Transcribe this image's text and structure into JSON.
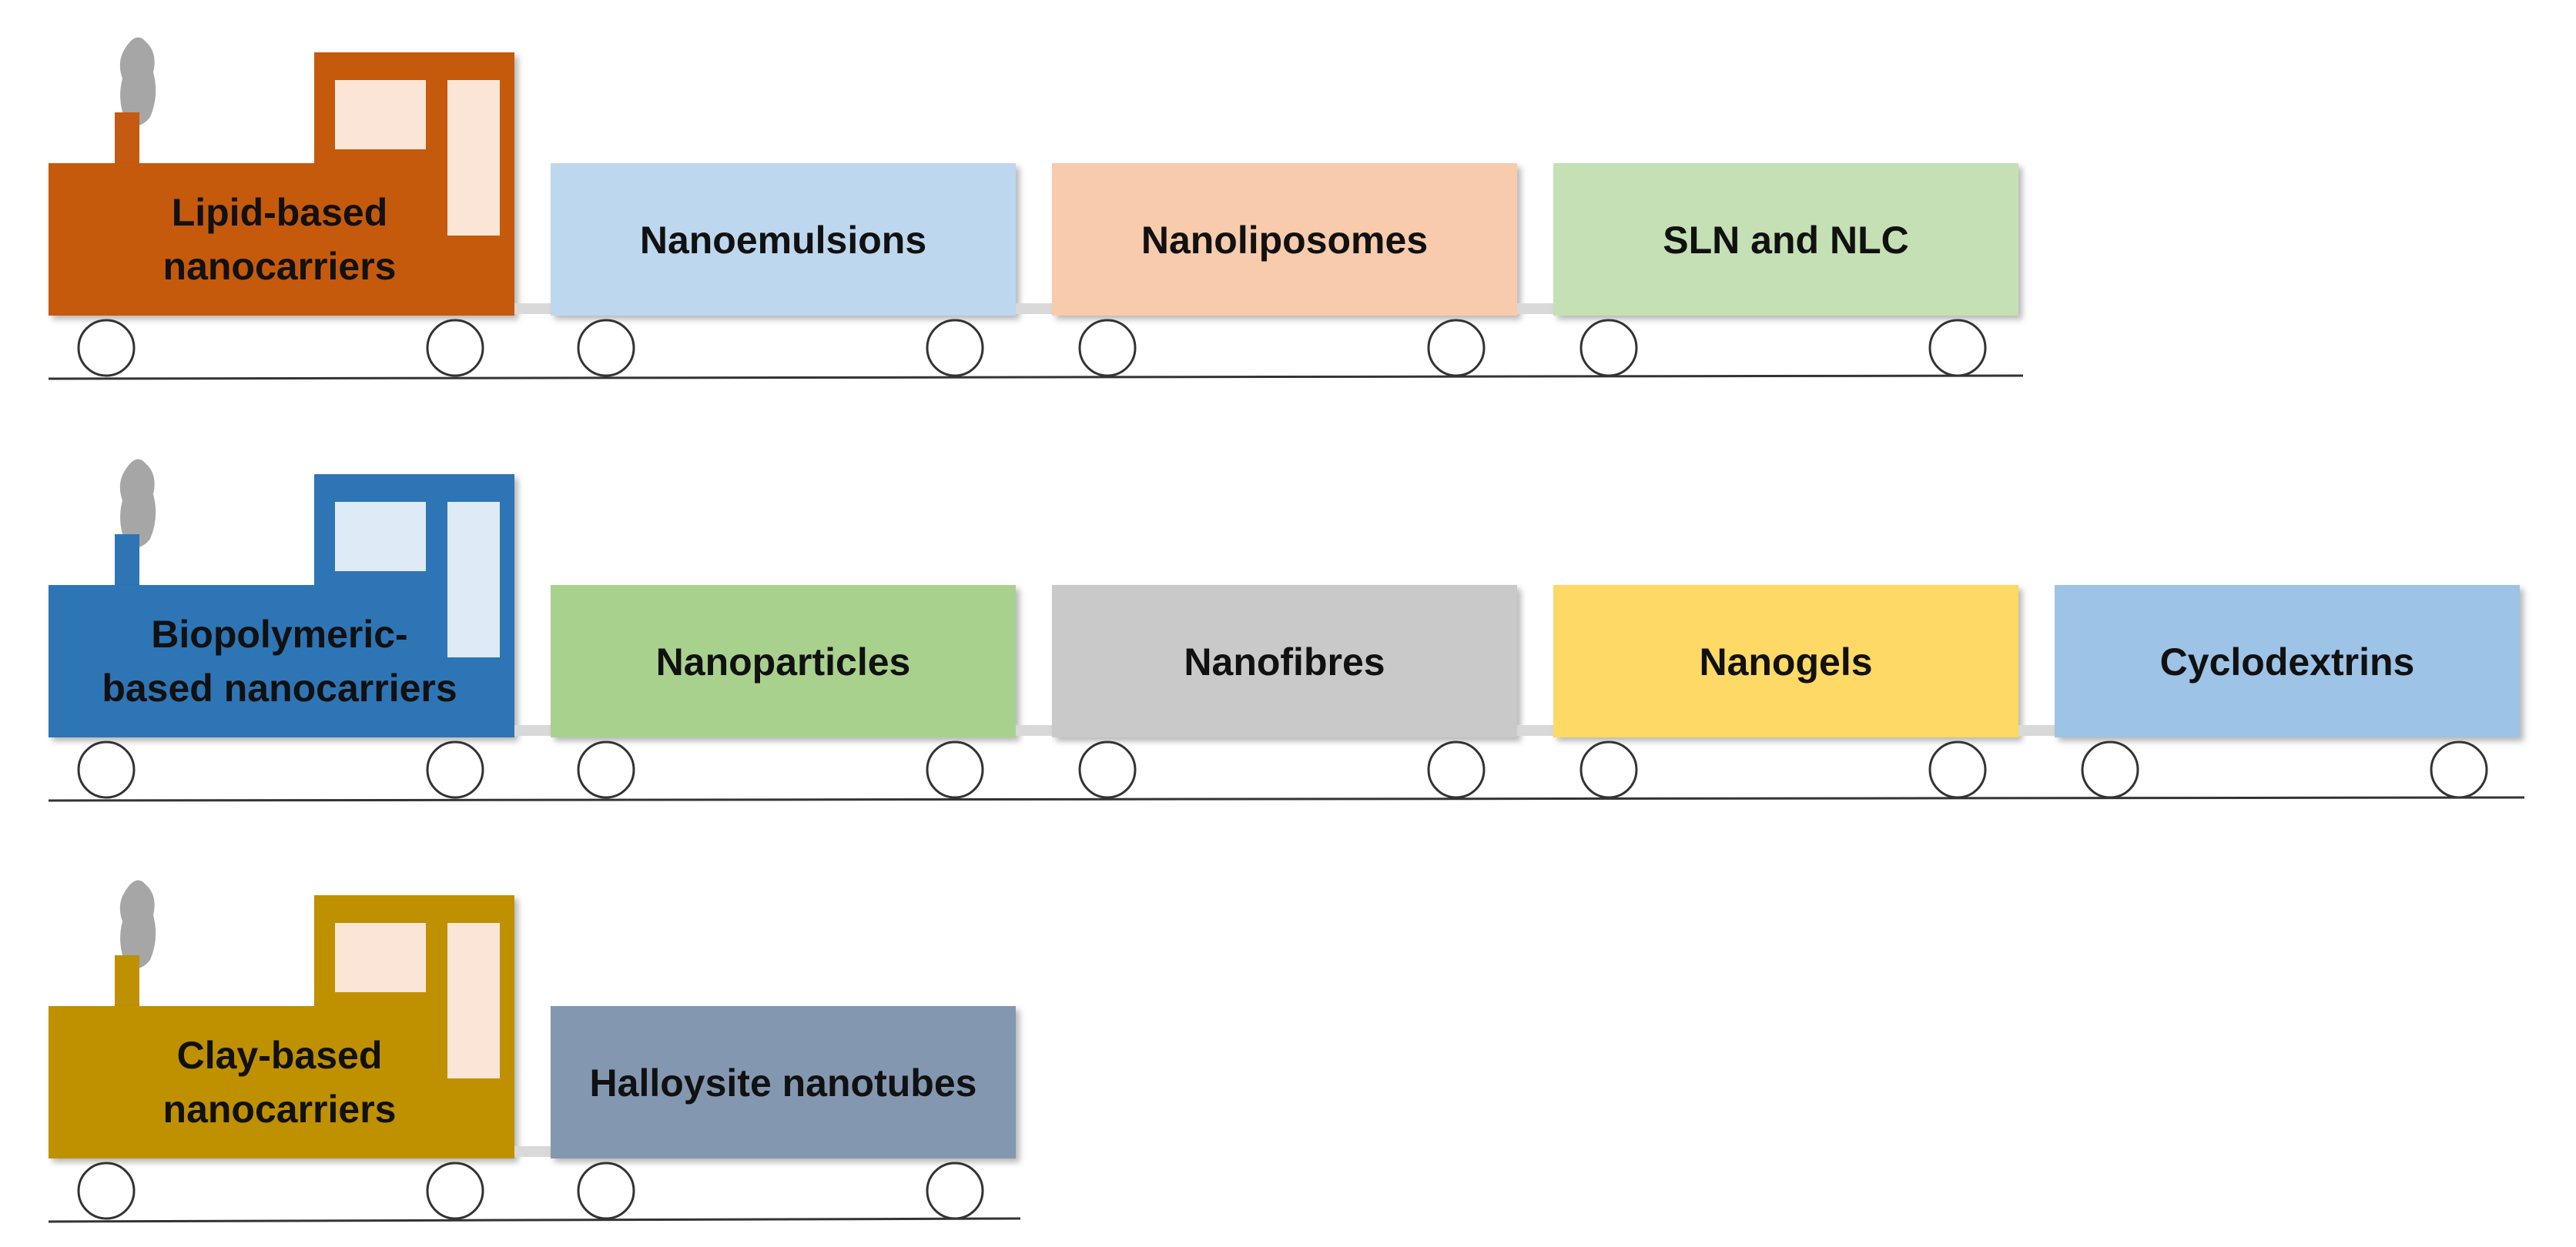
{
  "trains": [
    {
      "engine": {
        "label_lines": [
          "Lipid-based",
          "nanocarriers"
        ],
        "color": "#c55a11",
        "chimney_color": "#c55a11",
        "window_color": "#fbe5d6"
      },
      "wagons": [
        {
          "label": "Nanoemulsions",
          "color": "#bdd7ee"
        },
        {
          "label": "Nanoliposomes",
          "color": "#f8cbad"
        },
        {
          "label": "SLN and NLC",
          "color": "#c5e0b4"
        }
      ]
    },
    {
      "engine": {
        "label_lines": [
          "Biopolymeric-",
          "based nanocarriers"
        ],
        "color": "#2e75b6",
        "chimney_color": "#2e75b6",
        "window_color": "#deebf7"
      },
      "wagons": [
        {
          "label": "Nanoparticles",
          "color": "#a9d18e"
        },
        {
          "label": "Nanofibres",
          "color": "#c9c9c9"
        },
        {
          "label": "Nanogels",
          "color": "#ffd966"
        },
        {
          "label": "Cyclodextrins",
          "color": "#9dc3e6"
        }
      ]
    },
    {
      "engine": {
        "label_lines": [
          "Clay-based",
          "nanocarriers"
        ],
        "color": "#bf9000",
        "chimney_color": "#bf9000",
        "window_color": "#fbe5d6"
      },
      "wagons": [
        {
          "label": "Halloysite nanotubes",
          "color": "#8497b0"
        }
      ]
    }
  ],
  "colors": {
    "smoke": "#a6a6a6",
    "coupler": "#d9d9d9",
    "wheel_stroke": "#333333",
    "track": "#333333"
  }
}
